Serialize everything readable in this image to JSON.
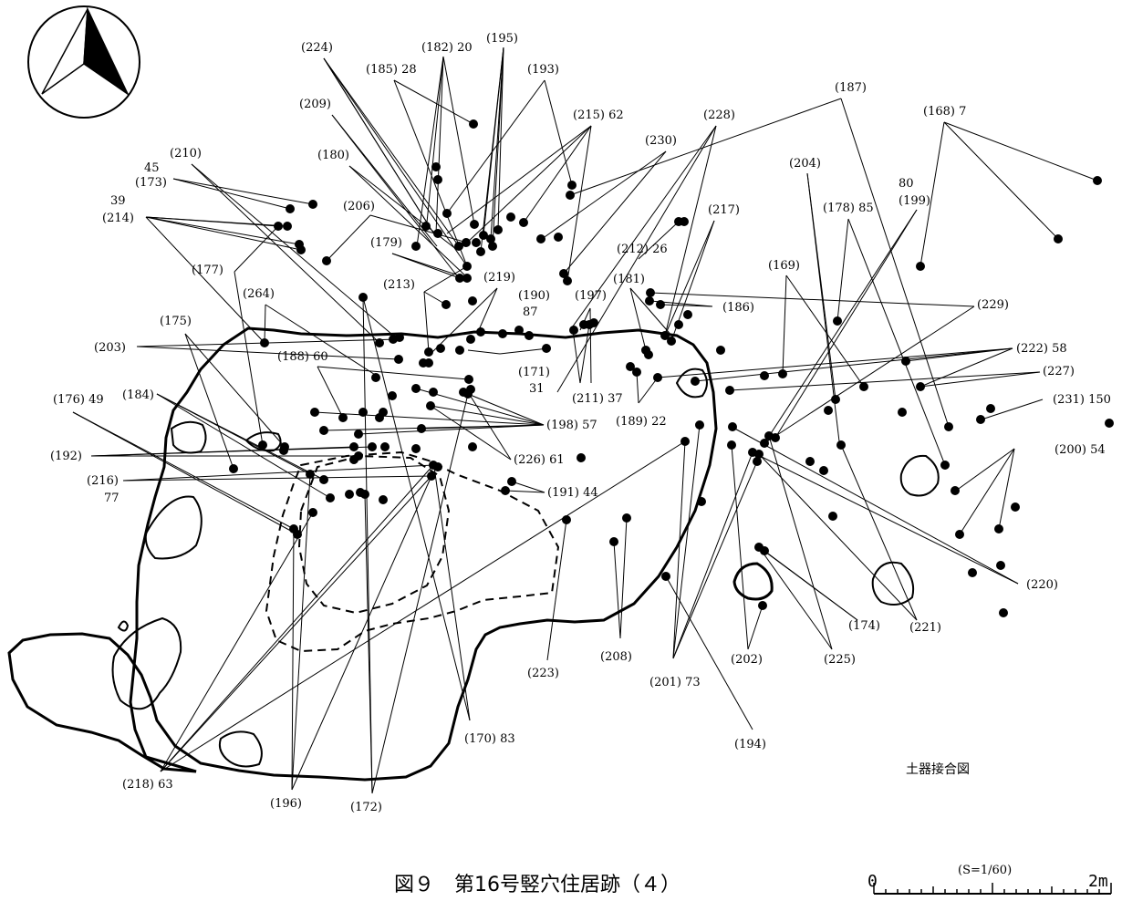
{
  "figure": {
    "title": "図９　第16号竪穴住居跡（４）",
    "caption": "土器接合図",
    "scale": {
      "ratio": "(S=1/60)",
      "start": "0",
      "end": "2m"
    }
  },
  "labels": [
    "(224)",
    "(182) 20",
    "(195)",
    "(185) 28",
    "(193)",
    "(209)",
    "(215) 62",
    "(228)",
    "(187)",
    "(168) 7",
    "(230)",
    "(180)",
    "(210)",
    "45",
    "(173)",
    "39",
    "(214)",
    "(206)",
    "(204)",
    "80",
    "(199)",
    "(178) 85",
    "(217)",
    "(179)",
    "(212) 26",
    "(177)",
    "(169)",
    "(213)",
    "(219)",
    "(181)",
    "(190)",
    "87",
    "(197)",
    "(186)",
    "(229)",
    "(264)",
    "(175)",
    "(203)",
    "(188) 60",
    "(171)",
    "31",
    "(211) 37",
    "(222) 58",
    "(227)",
    "(189) 22",
    "(176) 49",
    "(184)",
    "(198) 57",
    "(231) 150",
    "(192)",
    "(226) 61",
    "(200) 54",
    "(216)",
    "77",
    "(191) 44",
    "(220)",
    "(174)",
    "(221)",
    "(208)",
    "(223)",
    "(201) 73",
    "(202)",
    "(225)",
    "(170) 83",
    "(194)",
    "(218) 63",
    "(196)",
    "(172)"
  ]
}
